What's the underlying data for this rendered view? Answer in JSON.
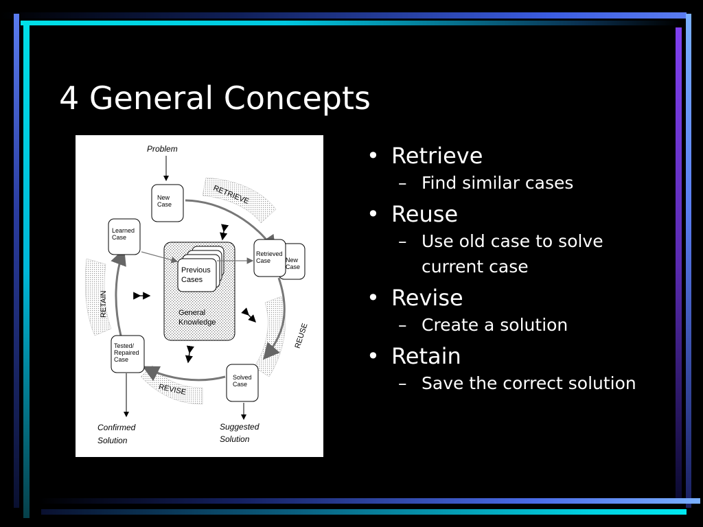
{
  "slide": {
    "title": "4 General Concepts"
  },
  "diagram": {
    "problem": "Problem",
    "new_case": [
      "New",
      "Case"
    ],
    "learned_case": [
      "Learned",
      "Case"
    ],
    "retrieved_case": [
      "Retrieved",
      "Case"
    ],
    "new_case_2": [
      "New",
      "Case"
    ],
    "previous_cases": [
      "Previous",
      "Cases"
    ],
    "general_knowledge": [
      "General",
      "Knowledge"
    ],
    "tested_case": [
      "Tested/",
      "Repaired",
      "Case"
    ],
    "solved_case": [
      "Solved",
      "Case"
    ],
    "confirmed_solution": [
      "Confirmed",
      "Solution"
    ],
    "suggested_solution": [
      "Suggested",
      "Solution"
    ],
    "retrieve": "RETRIEVE",
    "reuse": "REUSE",
    "revise": "REVISE",
    "retain": "RETAIN"
  },
  "bullets": [
    {
      "label": "Retrieve",
      "subs": [
        "Find similar cases"
      ]
    },
    {
      "label": "Reuse",
      "subs": [
        "Use old case to solve current case"
      ]
    },
    {
      "label": "Revise",
      "subs": [
        "Create a solution"
      ]
    },
    {
      "label": "Retain",
      "subs": [
        "Save the correct solution"
      ]
    }
  ],
  "glyphs": {
    "bullet": "•",
    "dash": "–"
  },
  "colors": {
    "cyan": "#00e0e8",
    "blue": "#5a7cf0",
    "violet": "#7b3ff0",
    "navy": "#0a1030"
  }
}
